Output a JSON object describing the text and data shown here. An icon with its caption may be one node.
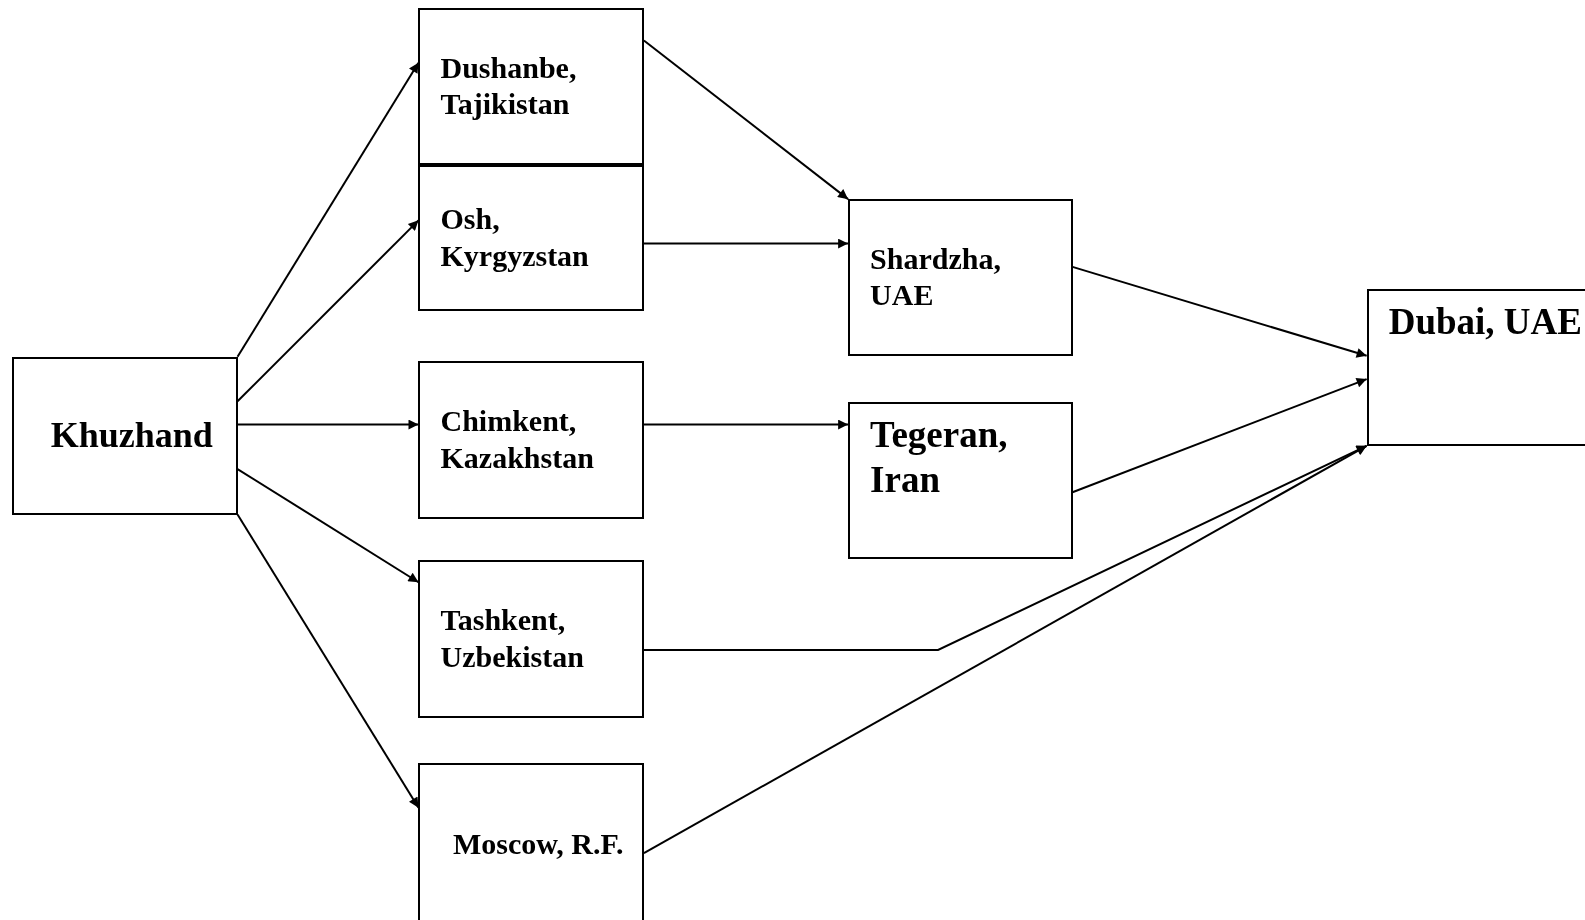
{
  "diagram": {
    "nodes": [
      {
        "text": [
          "Khuzhand"
        ]
      },
      {
        "text": [
          "Dushanbe, Tajikistan"
        ]
      },
      {
        "text": [
          "Osh, Kyrgyzstan"
        ]
      },
      {
        "text": [
          "Chimkent, Kazakhstan"
        ]
      },
      {
        "text": [
          "Tashkent, Uzbekistan"
        ]
      },
      {
        "text": [
          "Moscow, R.F."
        ]
      },
      {
        "text": [
          "Shardzha, UAE"
        ]
      },
      {
        "text": [
          "Tegeran, Iran"
        ]
      },
      {
        "text": [
          "Dubai, UAE"
        ]
      }
    ],
    "edges": [
      {
        "from": 0,
        "to": 1,
        "arrow": "to"
      },
      {
        "from": 0,
        "to": 2,
        "arrow": "to"
      },
      {
        "from": 0,
        "to": 3,
        "arrow": "to"
      },
      {
        "from": 0,
        "to": 4,
        "arrow": "to"
      },
      {
        "from": 0,
        "to": 5,
        "arrow": "to"
      },
      {
        "from": 1,
        "to": 6,
        "arrow": "to"
      },
      {
        "from": 2,
        "to": 6,
        "arrow": "to"
      },
      {
        "from": 3,
        "to": 7,
        "arrow": "to"
      },
      {
        "from": 6,
        "to": 8,
        "arrow": "to"
      },
      {
        "from": 7,
        "to": 8,
        "arrow": "to"
      },
      {
        "from": 4,
        "to": 8,
        "arrow": "to"
      },
      {
        "from": 5,
        "to": 8,
        "arrow": "to"
      }
    ]
  }
}
